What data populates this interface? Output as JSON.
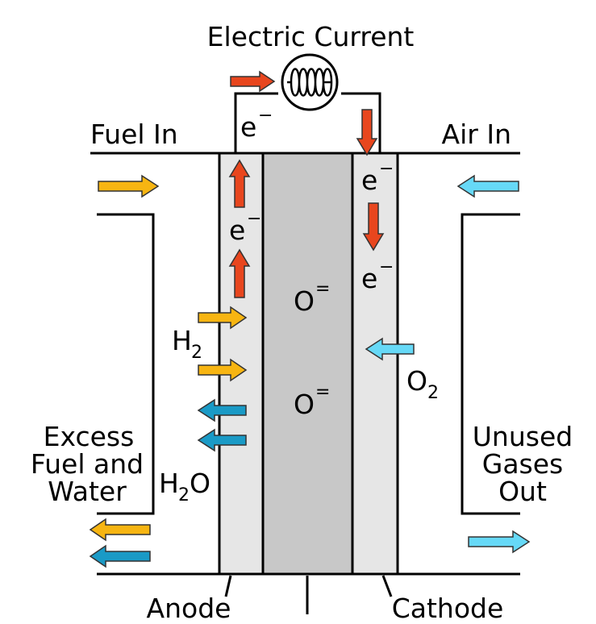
{
  "labels": {
    "electric_current": "Electric Current",
    "fuel_in": "Fuel In",
    "air_in": "Air In",
    "electron": "e",
    "electron_charge": "−",
    "oxide_ion": "O",
    "oxide_charge": "=",
    "hydrogen": "H",
    "hydrogen_sub": "2",
    "oxygen": "O",
    "oxygen_sub": "2",
    "water_h": "H",
    "water_sub": "2",
    "water_o": "O",
    "excess_line1": "Excess",
    "excess_line2": "Fuel and",
    "excess_line3": "Water",
    "unused_line1": "Unused",
    "unused_line2": "Gases",
    "unused_line3": "Out",
    "anode": "Anode",
    "cathode": "Cathode"
  },
  "colors": {
    "electron_arrow": "#e8461e",
    "fuel_arrow": "#f7b512",
    "water_arrow": "#1a9ac6",
    "air_arrow": "#66d9f7",
    "electrode": "#e6e6e6",
    "electrolyte": "#c8c8c8"
  }
}
